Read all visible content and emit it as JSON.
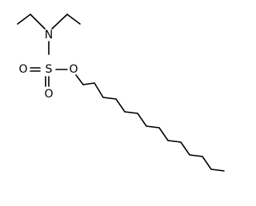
{
  "molecule": {
    "atoms": {
      "nitrogen": "N",
      "sulfur": "S",
      "oxygen_top": "O",
      "oxygen_bottom": "O",
      "oxygen_ester": "O"
    }
  }
}
